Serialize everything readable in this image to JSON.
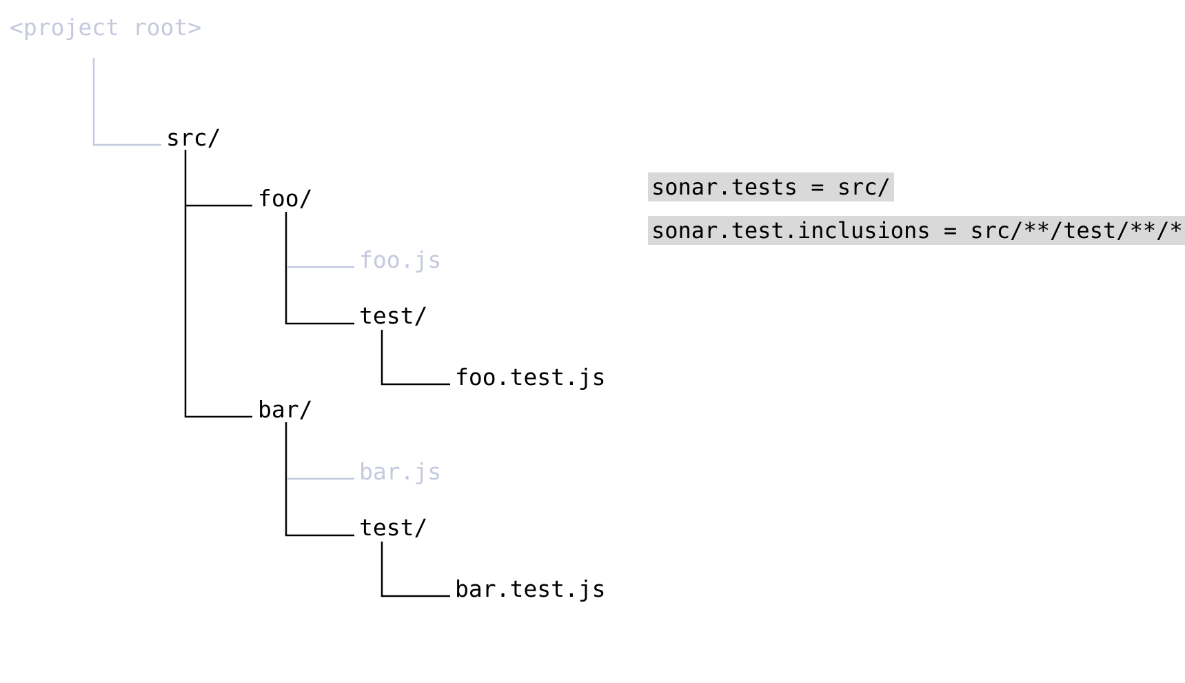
{
  "tree": {
    "root": "<project root>",
    "src": "src/",
    "foo_dir": "foo/",
    "foo_js": "foo.js",
    "foo_test_dir": "test/",
    "foo_test_js": "foo.test.js",
    "bar_dir": "bar/",
    "bar_js": "bar.js",
    "bar_test_dir": "test/",
    "bar_test_js": "bar.test.js"
  },
  "config": {
    "tests": "sonar.tests = src/",
    "test_inclusions": "sonar.test.inclusions = src/**/test/**/*"
  },
  "colors": {
    "line_dark": "#000000",
    "line_dim": "#c4c9dd",
    "text_dark": "#000000",
    "text_dim": "#c4c9dd",
    "config_bg": "#d9d9d9"
  }
}
